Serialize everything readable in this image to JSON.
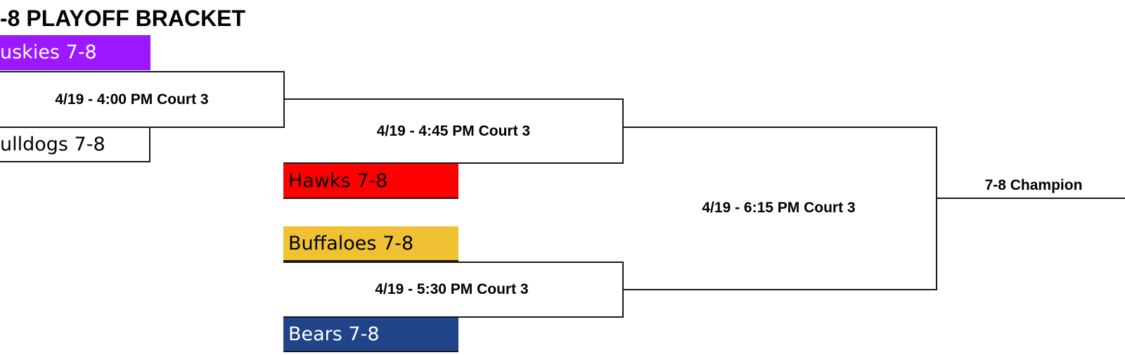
{
  "title": "-8 PLAYOFF BRACKET",
  "teams": {
    "huskies": {
      "label": "uskies 7-8",
      "bg": "#9b18ff",
      "color": "#ffffff"
    },
    "bulldogs": {
      "label": "ulldogs 7-8",
      "bg": "#ffffff",
      "color": "#000000"
    },
    "hawks": {
      "label": "Hawks 7-8",
      "bg": "#ff0000",
      "color": "#000000"
    },
    "buffaloes": {
      "label": "Buffaloes 7-8",
      "bg": "#f0c233",
      "color": "#000000"
    },
    "bears": {
      "label": "Bears 7-8",
      "bg": "#1f4488",
      "color": "#ffffff"
    }
  },
  "games": {
    "g1": "4/19 - 4:00 PM Court 3",
    "g2": "4/19 - 4:45 PM Court 3",
    "g3": "4/19 - 5:30 PM Court 3",
    "final": "4/19 - 6:15 PM Court 3"
  },
  "champion_label": "7-8 Champion"
}
